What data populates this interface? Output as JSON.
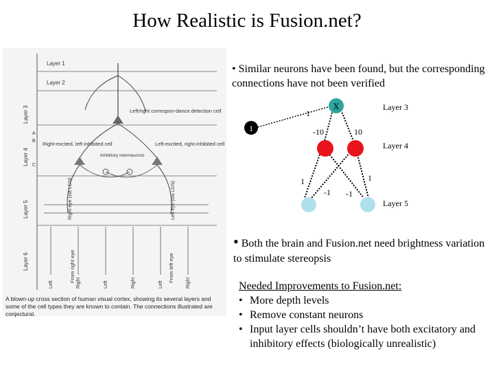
{
  "title": "How Realistic is Fusion.net?",
  "figure": {
    "layers": [
      "Layer 1",
      "Layer 2",
      "Layer 3",
      "Layer 4",
      "Layer 5",
      "Layer 6"
    ],
    "sublayers": [
      "A",
      "B",
      "C"
    ],
    "label_lr_detect": "Left/right correspon-dance detection cell",
    "label_right_excited": "Right-excited, left-inhibited cell",
    "label_left_excited": "Left-excited, right-inhibited cell",
    "label_interneurons": "Inhibitory interneurons",
    "label_right_lgn": "Right eye (via LGN)",
    "label_left_lgn": "Left eye (via LGN)",
    "label_from_right": "From right eye",
    "label_from_left": "From left eye",
    "bottom_labels": [
      "Left",
      "Right",
      "Left",
      "Right",
      "Left",
      "Right"
    ],
    "caption": "A blown-up cross section of human visual cortex, showing its several layers and some of the cell types they are known to contain. The connections illustrated are conjectural."
  },
  "bullet1": "• Similar neurons have been found, but the corresponding connections have not been verified",
  "network": {
    "top_node": "X",
    "layer3": "Layer 3",
    "layer4": "Layer 4",
    "layer5": "Layer 5",
    "bias_weight": "1",
    "bias_node": "1",
    "w_left_top": "-10",
    "w_right_top": "10",
    "w_left_outer": "1",
    "w_right_outer": "1",
    "w_left_cross": "-1",
    "w_right_cross": "-1",
    "colors": {
      "top": "#2ea6a0",
      "mid": "#e8141c",
      "bottom": "#aee0ea",
      "bias": "#000000"
    }
  },
  "bullet2": "Both the brain and Fusion.net need brightness variation to stimulate stereopsis",
  "improvements": {
    "heading": "Needed Improvements to Fusion.net:",
    "items": [
      "More depth levels",
      "Remove constant neurons",
      "Input layer cells shouldn’t have both excitatory and inhibitory effects (biologically unrealistic)"
    ]
  }
}
